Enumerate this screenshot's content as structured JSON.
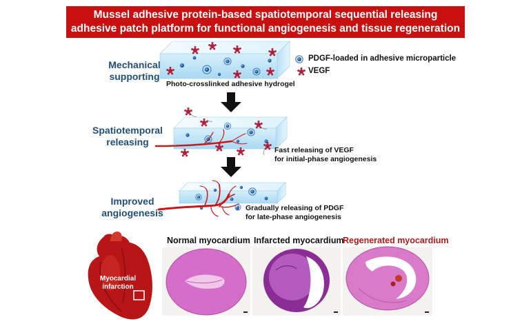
{
  "title": {
    "line1": "Mussel adhesive protein-based spatiotemporal sequential releasing",
    "line2": "adhesive patch platform for functional angiogenesis and tissue regeneration"
  },
  "stages": [
    {
      "line1": "Mechanical",
      "line2": "supporting"
    },
    {
      "line1": "Spatiotemporal",
      "line2": "releasing"
    },
    {
      "line1": "Improved",
      "line2": "angiogenesis"
    }
  ],
  "hydrogel_label": "Photo-crosslinked adhesive hydrogel",
  "legend": [
    {
      "label": "PDGF-loaded in adhesive microparticle",
      "icon": "microparticle-icon",
      "color": "#2a64b4"
    },
    {
      "label": "VEGF",
      "icon": "vegf-icon",
      "color": "#b0203a"
    }
  ],
  "notes": {
    "vegf": {
      "line1": "Fast releasing of VEGF",
      "line2": "for initial-phase angiogenesis"
    },
    "pdgf": {
      "line1": "Gradually releasing of PDGF",
      "line2": "for late-phase angiogenesis"
    }
  },
  "heart": {
    "line1": "Myocardial",
    "line2": "infarction"
  },
  "photos": [
    {
      "caption": "Normal myocardium",
      "color": "#111111"
    },
    {
      "caption": "Infarcted myocardium",
      "color": "#111111"
    },
    {
      "caption": "Regenerated myocardium",
      "color": "#b01a1a"
    }
  ],
  "colors": {
    "banner": "#c81010",
    "stage_text": "#1f4e79",
    "hydrogel_top": "#f2fbff",
    "hydrogel_front": "#bfe4f8",
    "vessel": "#c8161b",
    "arrow": "#111111"
  }
}
